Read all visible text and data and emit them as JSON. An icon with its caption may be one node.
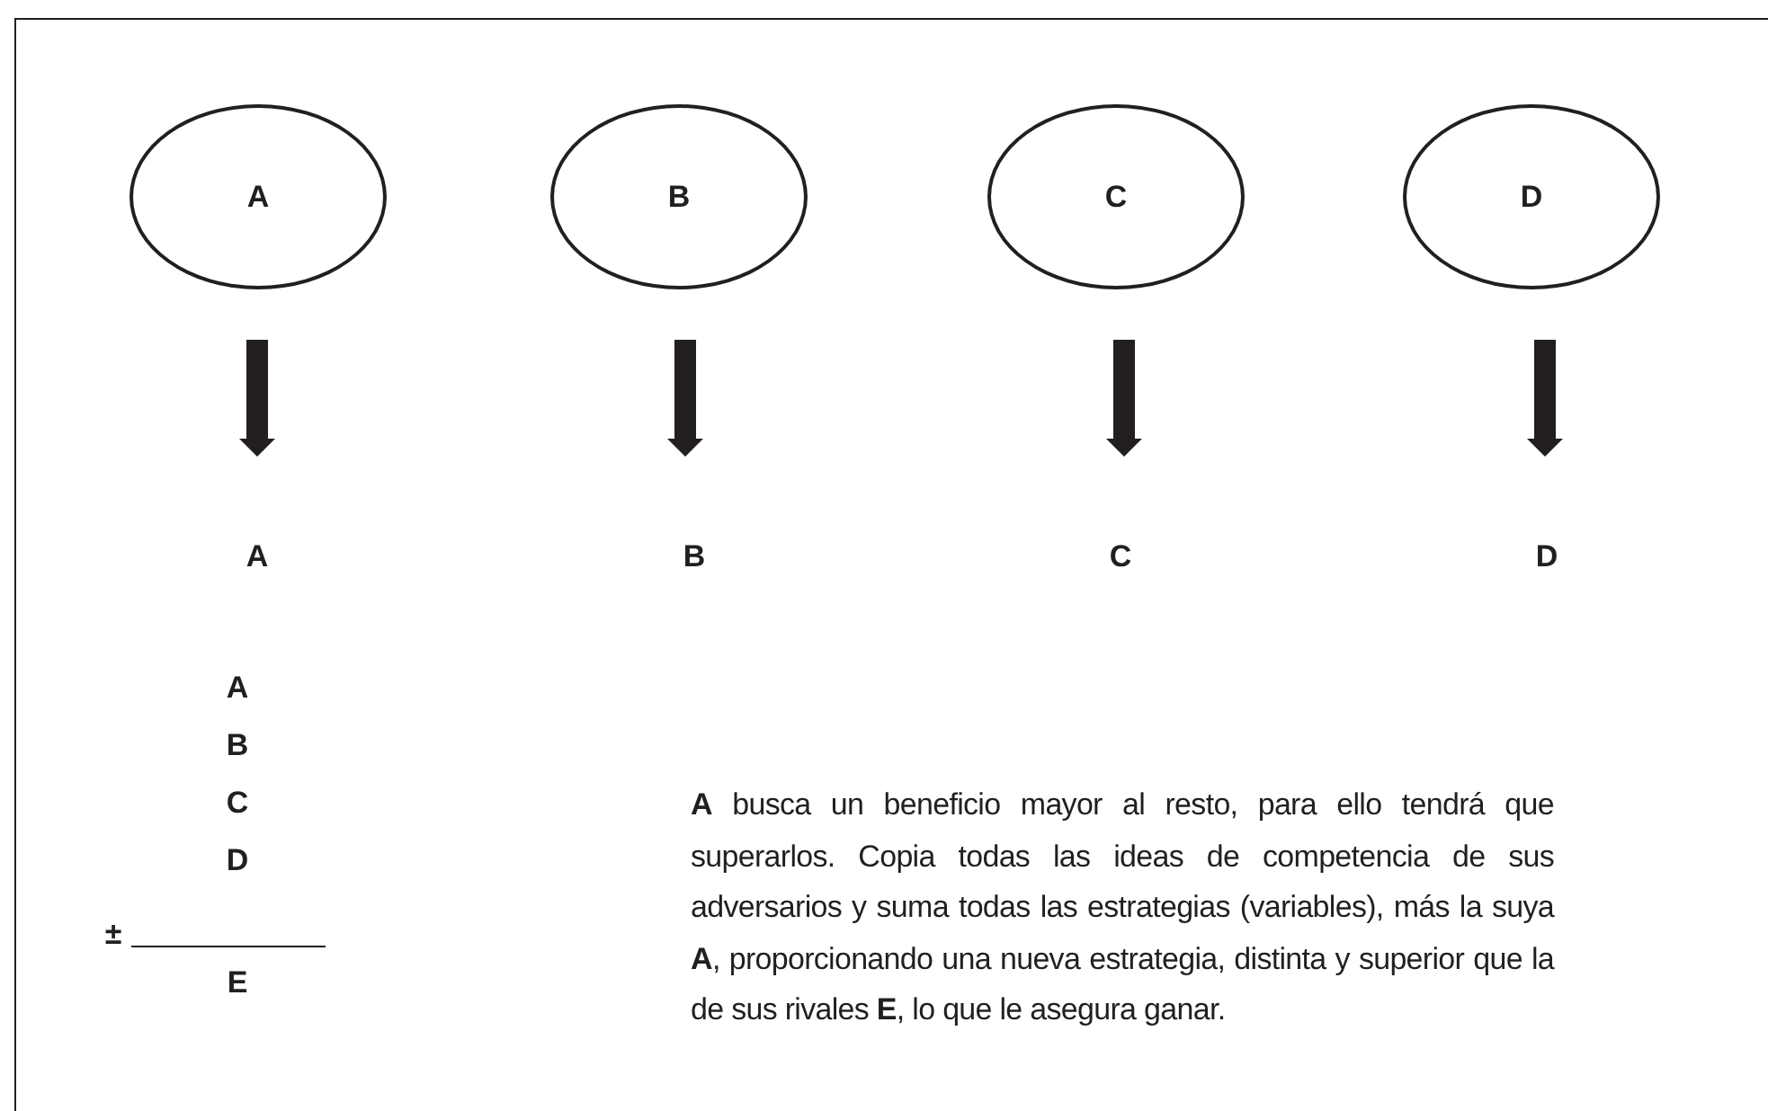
{
  "diagram": {
    "nodes": [
      {
        "text": [
          "A"
        ]
      },
      {
        "text": [
          "B"
        ]
      },
      {
        "text": [
          "C"
        ]
      },
      {
        "text": [
          "D"
        ]
      },
      {
        "text": [
          "A"
        ]
      },
      {
        "text": [
          "B"
        ]
      },
      {
        "text": [
          "C"
        ]
      },
      {
        "text": [
          "D"
        ]
      }
    ],
    "edges": [
      {
        "from": 0,
        "to": 4,
        "arrow": "to"
      },
      {
        "from": 1,
        "to": 5,
        "arrow": "to"
      },
      {
        "from": 2,
        "to": 6,
        "arrow": "to"
      },
      {
        "from": 3,
        "to": 7,
        "arrow": "to"
      }
    ],
    "labels": [
      "A",
      "B",
      "C",
      "D",
      "±",
      "E",
      "**A** busca un beneficio mayor al resto, para ello tendrá que superarlos. Copia todas las ideas de competencia de sus adversarios y suma todas las estrategias (variables), más la suya **A**, proporcionando una nueva estrategia, distinta y superior que la de sus rivales **E**, lo que le asegura ganar."
    ]
  }
}
